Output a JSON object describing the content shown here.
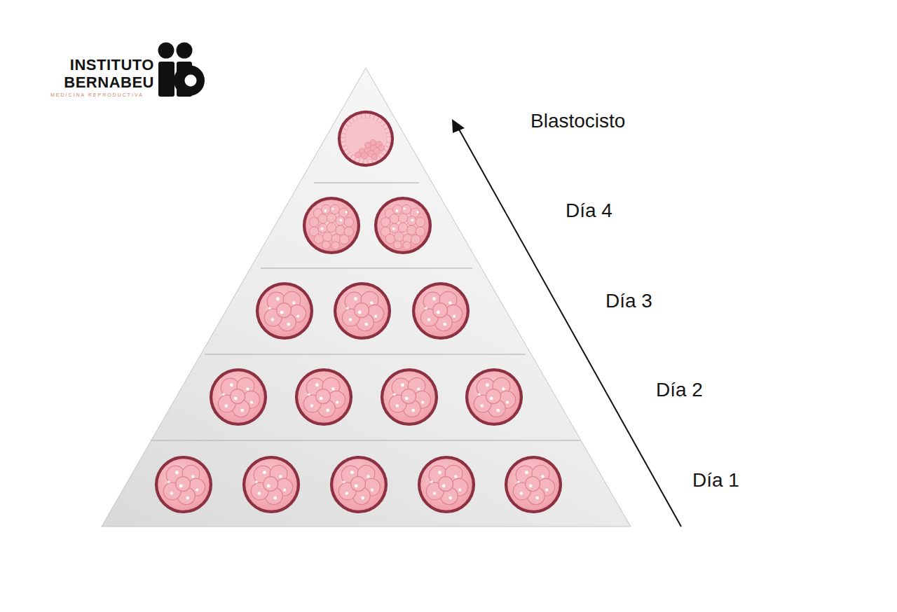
{
  "diagram": {
    "labels": [
      "INSTITUTO BERNABEU",
      "MEDICINA REPRODUCTIVA",
      "Blastocisto",
      "Día 4",
      "Día 3",
      "Día 2",
      "Día 1"
    ]
  }
}
